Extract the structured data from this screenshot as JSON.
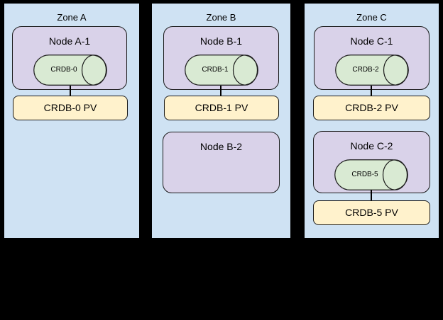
{
  "palette": {
    "canvas_background": "#000000",
    "zone_fill": "#cfe2f3",
    "node_fill": "#d9d2e9",
    "database_fill": "#d9ead3",
    "pv_fill": "#fff2cc",
    "stroke": "#000000"
  },
  "zones": [
    {
      "title": "Zone A",
      "nodes": [
        {
          "title": "Node A-1",
          "db_label": "CRDB-0"
        }
      ],
      "pvs": [
        {
          "label": "CRDB-0 PV"
        }
      ]
    },
    {
      "title": "Zone B",
      "nodes": [
        {
          "title": "Node B-1",
          "db_label": "CRDB-1"
        },
        {
          "title": "Node B-2"
        }
      ],
      "pvs": [
        {
          "label": "CRDB-1 PV"
        }
      ]
    },
    {
      "title": "Zone C",
      "nodes": [
        {
          "title": "Node C-1",
          "db_label": "CRDB-2"
        },
        {
          "title": "Node C-2",
          "db_label": "CRDB-5"
        }
      ],
      "pvs": [
        {
          "label": "CRDB-2 PV"
        },
        {
          "label": "CRDB-5 PV"
        }
      ]
    }
  ]
}
